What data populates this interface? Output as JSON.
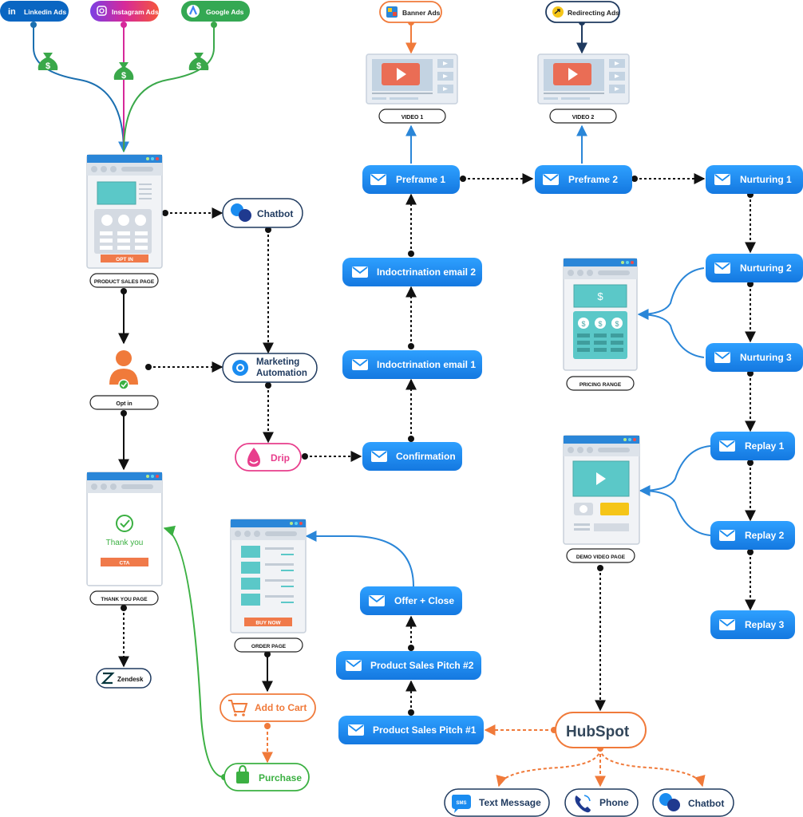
{
  "ads": {
    "linkedin": "Linkedin Ads",
    "instagram": "Instagram Ads",
    "google": "Google Ads",
    "banner": "Banner Ads",
    "redirecting": "Redirecting Ads"
  },
  "pages": {
    "product_sales_page": "PRODUCT SALES PAGE",
    "opt_in_button": "OPT IN",
    "opt_in": "Opt in",
    "thank_you_page": "THANK YOU PAGE",
    "thank_you_text": "Thank you",
    "cta_button": "CTA",
    "order_page": "ORDER PAGE",
    "buy_now_button": "BUY NOW",
    "pricing_range": "PRICING RANGE",
    "demo_video_page": "DEMO VIDEO PAGE",
    "video1": "VIDEO 1",
    "video2": "VIDEO 2",
    "dollar_sign": "$"
  },
  "nodes": {
    "chatbot_top": "Chatbot",
    "marketing_line1": "Marketing",
    "marketing_line2": "Automation",
    "drip": "Drip",
    "zendesk": "Zendesk",
    "add_to_cart": "Add to Cart",
    "purchase": "Purchase",
    "hubspot": "HubSpot",
    "text_message": "Text Message",
    "phone": "Phone",
    "chatbot_bottom": "Chatbot",
    "sms": "SMS"
  },
  "emails": {
    "preframe1": "Preframe 1",
    "preframe2": "Preframe 2",
    "nurturing1": "Nurturing 1",
    "nurturing2": "Nurturing 2",
    "nurturing3": "Nurturing 3",
    "indoc2": "Indoctrination email 2",
    "indoc1": "Indoctrination email 1",
    "confirmation": "Confirmation",
    "replay1": "Replay 1",
    "replay2": "Replay 2",
    "replay3": "Replay 3",
    "offer_close": "Offer + Close",
    "pitch2": "Product Sales Pitch #2",
    "pitch1": "Product Sales Pitch #1"
  },
  "colors": {
    "email_blue": "#1a8cf0",
    "linkedin": "#0a66c2",
    "instagram": "#c2379a",
    "google": "#34a853",
    "money_green": "#3aa84a",
    "drip_pink": "#e83e8c",
    "orange": "#f07a3a",
    "green": "#3bb042",
    "navy": "#1f3a5f"
  }
}
